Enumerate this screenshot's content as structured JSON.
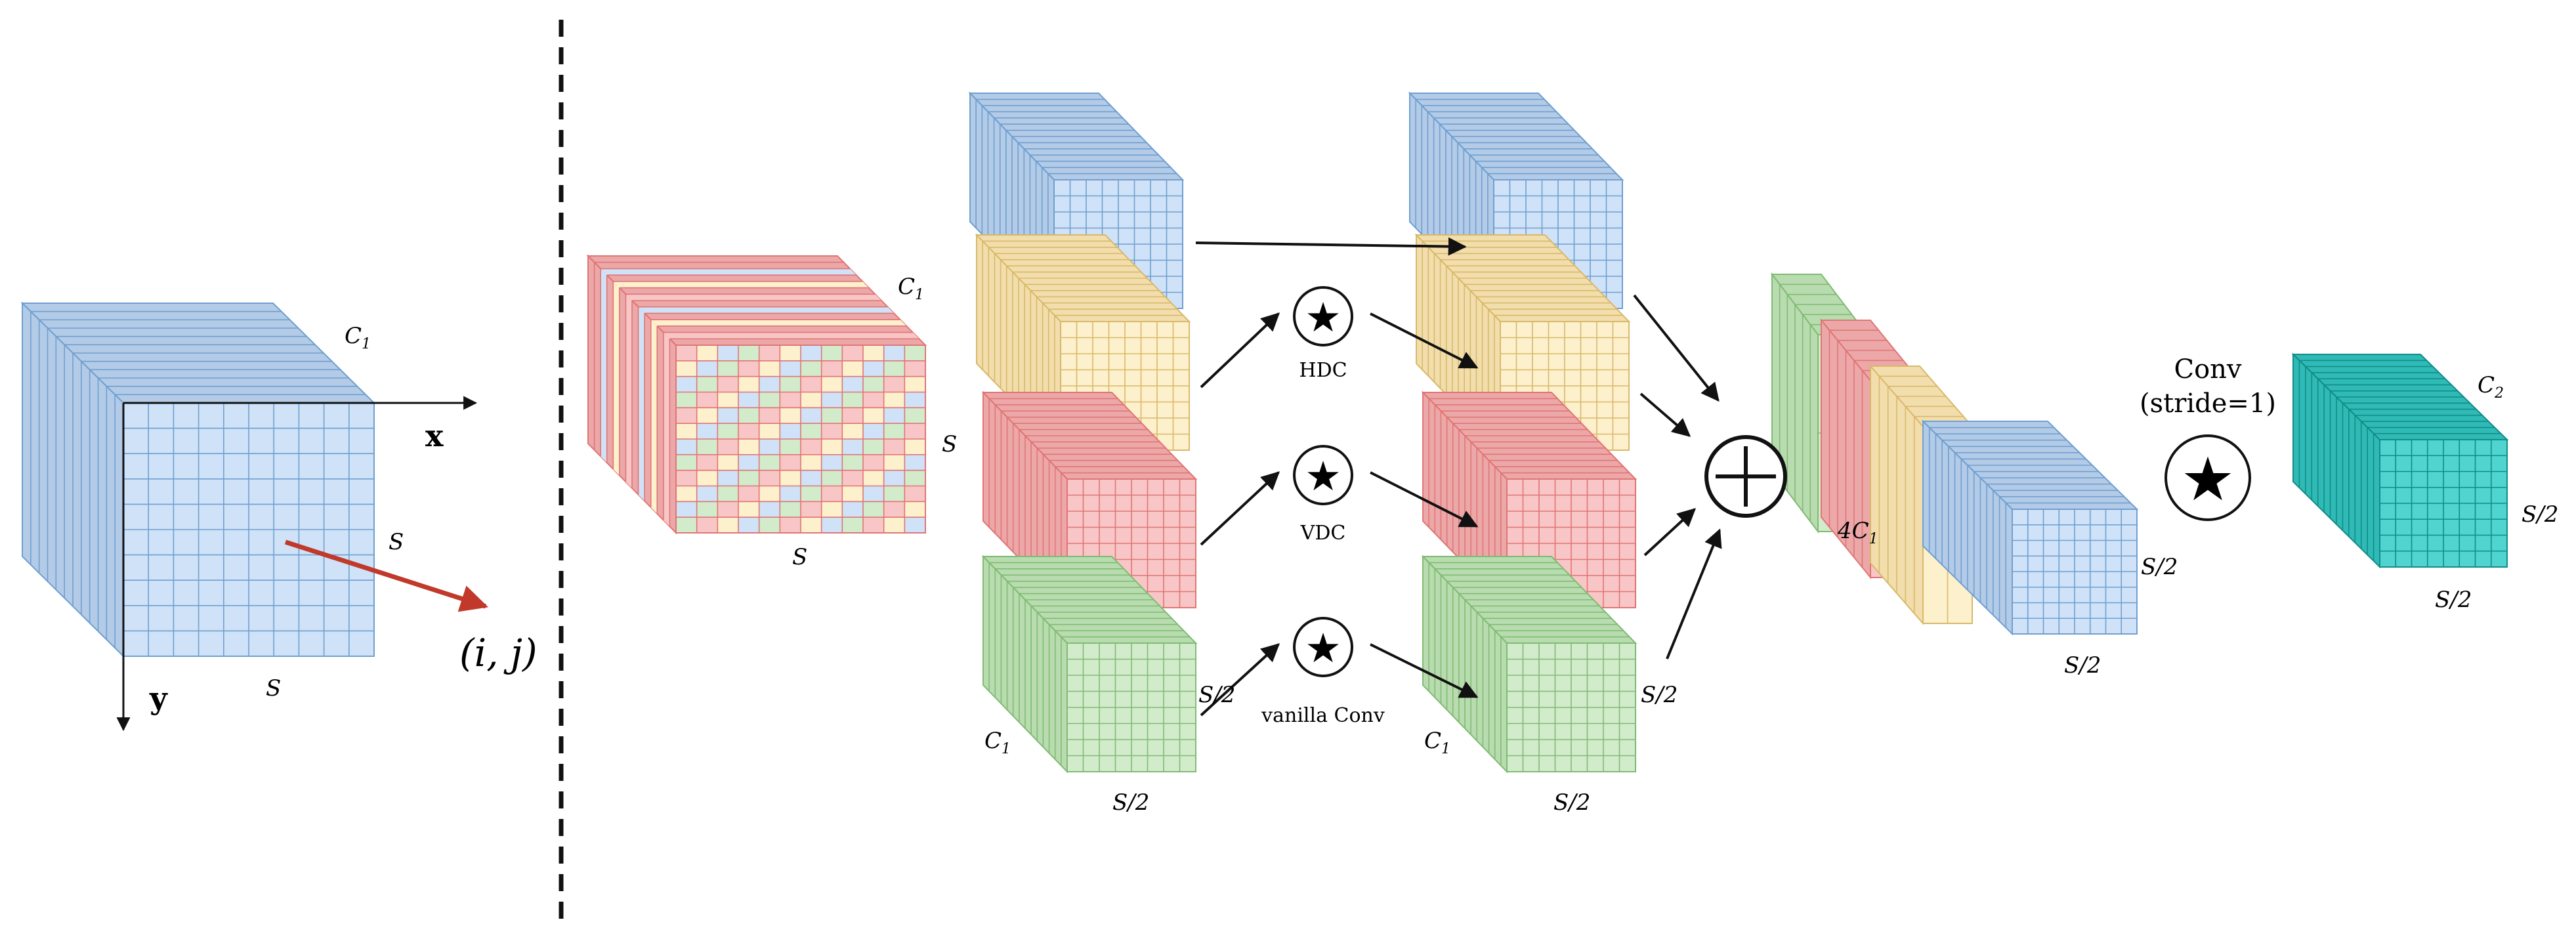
{
  "labels": {
    "left_c": "C",
    "left_c_sub": "1",
    "left_x": "x",
    "left_y": "y",
    "left_s_side": "S",
    "left_s_bottom": "S",
    "left_point": "(i, j)",
    "mid_c": "C",
    "mid_c_sub": "1",
    "mid_s_side": "S",
    "mid_s_bottom": "S",
    "stackA_c": "C",
    "stackA_c_sub": "1",
    "stackA_s_side": "S/2",
    "stackA_s_bottom": "S/2",
    "stackB_c": "C",
    "stackB_c_sub": "1",
    "stackB_s_side": "S/2",
    "stackB_s_bottom": "S/2",
    "hdc": "HDC",
    "vdc": "VDC",
    "vanilla": "vanilla Conv",
    "concat_c": "4C",
    "concat_c_sub": "1",
    "concat_s_side": "S/2",
    "concat_s_bottom": "S/2",
    "conv_line1": "Conv",
    "conv_line2": "(stride=1)",
    "out_c": "C",
    "out_c_sub": "2",
    "out_s_side": "S/2",
    "out_s_bottom": "S/2"
  },
  "symbols": {
    "star": "★",
    "plus_icon": "plus-circle-icon"
  },
  "colors": {
    "blue_front": "#cfe2f7",
    "blue_side": "#b3cbe6",
    "blue_line": "#6f9fd1",
    "yellow_front": "#fdf0cc",
    "yellow_side": "#f2deac",
    "yellow_line": "#d9b86a",
    "red_front": "#f8c6c6",
    "red_side": "#eca8a8",
    "red_line": "#e07575",
    "green_front": "#d2ebcb",
    "green_side": "#b9dbb0",
    "green_line": "#7fbc72",
    "teal_front": "#4fd4d0",
    "teal_side": "#2fbab6",
    "teal_line": "#128c89",
    "arrow_red": "#c0392b",
    "ink": "#111111"
  }
}
